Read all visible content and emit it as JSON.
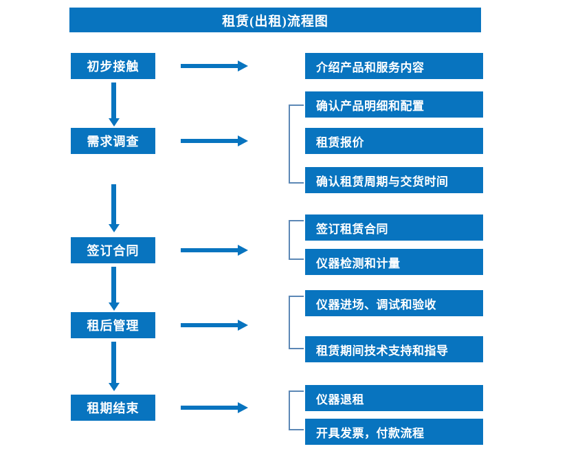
{
  "diagram": {
    "title": "租赁(出租)流程图",
    "colors": {
      "box_blue": "#0874bf",
      "bracket_blue": "#5b87b5",
      "text_white": "#ffffff",
      "background": "#ffffff"
    },
    "stages": [
      {
        "label": "初步接触"
      },
      {
        "label": "需求调查"
      },
      {
        "label": "签订合同"
      },
      {
        "label": "租后管理"
      },
      {
        "label": "租期结束"
      }
    ],
    "details": [
      {
        "label": "介绍产品和服务内容"
      },
      {
        "label": "确认产品明细和配置"
      },
      {
        "label": "租赁报价"
      },
      {
        "label": "确认租赁周期与交货时间"
      },
      {
        "label": "签订租赁合同"
      },
      {
        "label": "仪器检测和计量"
      },
      {
        "label": "仪器进场、调试和验收"
      },
      {
        "label": "租赁期间技术支持和指导"
      },
      {
        "label": "仪器退租"
      },
      {
        "label": "开具发票，付款流程"
      }
    ],
    "flow": [
      {
        "stage": "初步接触",
        "outputs": [
          "介绍产品和服务内容"
        ],
        "bracketed": false
      },
      {
        "stage": "需求调查",
        "outputs": [
          "确认产品明细和配置",
          "租赁报价",
          "确认租赁周期与交货时间"
        ],
        "bracketed": true
      },
      {
        "stage": "签订合同",
        "outputs": [
          "签订租赁合同",
          "仪器检测和计量"
        ],
        "bracketed": true
      },
      {
        "stage": "租后管理",
        "outputs": [
          "仪器进场、调试和验收",
          "租赁期间技术支持和指导"
        ],
        "bracketed": true
      },
      {
        "stage": "租期结束",
        "outputs": [
          "仪器退租",
          "开具发票，付款流程"
        ],
        "bracketed": true
      }
    ],
    "connectors": {
      "right_arrow_icon": "arrow-right-icon",
      "down_arrow_icon": "arrow-down-icon",
      "bracket_icon": "group-bracket-icon"
    }
  }
}
